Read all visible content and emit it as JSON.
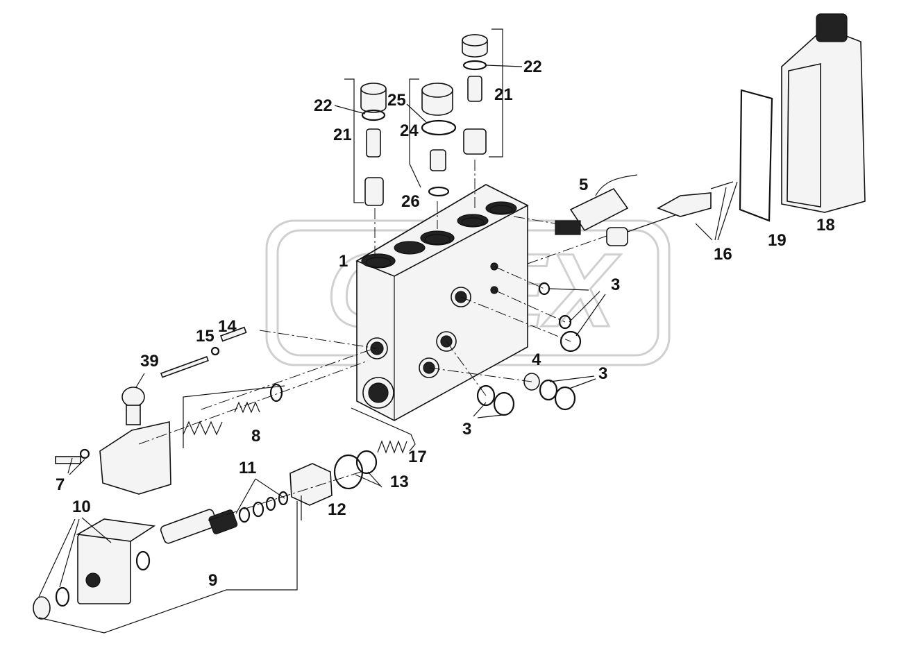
{
  "diagram": {
    "watermark": "OPEX",
    "callouts": [
      {
        "id": "c1",
        "label": "1"
      },
      {
        "id": "c3a",
        "label": "3"
      },
      {
        "id": "c3b",
        "label": "3"
      },
      {
        "id": "c3c",
        "label": "3"
      },
      {
        "id": "c4",
        "label": "4"
      },
      {
        "id": "c5",
        "label": "5"
      },
      {
        "id": "c7",
        "label": "7"
      },
      {
        "id": "c8",
        "label": "8"
      },
      {
        "id": "c9",
        "label": "9"
      },
      {
        "id": "c10",
        "label": "10"
      },
      {
        "id": "c11",
        "label": "11"
      },
      {
        "id": "c12",
        "label": "12"
      },
      {
        "id": "c13",
        "label": "13"
      },
      {
        "id": "c14",
        "label": "14"
      },
      {
        "id": "c15",
        "label": "15"
      },
      {
        "id": "c16",
        "label": "16"
      },
      {
        "id": "c17",
        "label": "17"
      },
      {
        "id": "c18",
        "label": "18"
      },
      {
        "id": "c19",
        "label": "19"
      },
      {
        "id": "c21a",
        "label": "21"
      },
      {
        "id": "c21b",
        "label": "21"
      },
      {
        "id": "c22a",
        "label": "22"
      },
      {
        "id": "c22b",
        "label": "22"
      },
      {
        "id": "c24",
        "label": "24"
      },
      {
        "id": "c25",
        "label": "25"
      },
      {
        "id": "c26",
        "label": "26"
      },
      {
        "id": "c39",
        "label": "39"
      }
    ]
  }
}
